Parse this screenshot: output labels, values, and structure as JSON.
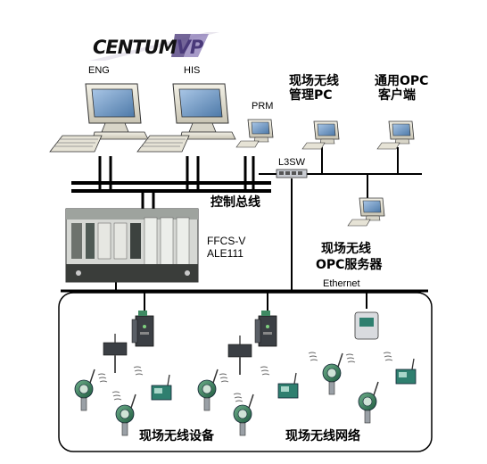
{
  "logo": {
    "word": "CENTUM",
    "suffix": "VP"
  },
  "labels": {
    "eng": "ENG",
    "his": "HIS",
    "prm": "PRM",
    "wireless_pc": [
      "现场无线",
      "管理PC"
    ],
    "opc_client": [
      "通用OPC",
      "客户端"
    ],
    "l3sw": "L3SW",
    "control_bus": "控制总线",
    "ffcs": [
      "FFCS-V",
      "ALE111"
    ],
    "opc_server": [
      "现场无线",
      "OPC服务器"
    ],
    "ethernet": "Ethernet",
    "field_devices": "现场无线设备",
    "field_network": "现场无线网络"
  },
  "colors": {
    "line": "#000000",
    "screen": "#7fa6cf",
    "device_green": "#3f8a63",
    "teal_box": "#2f7f6f"
  }
}
